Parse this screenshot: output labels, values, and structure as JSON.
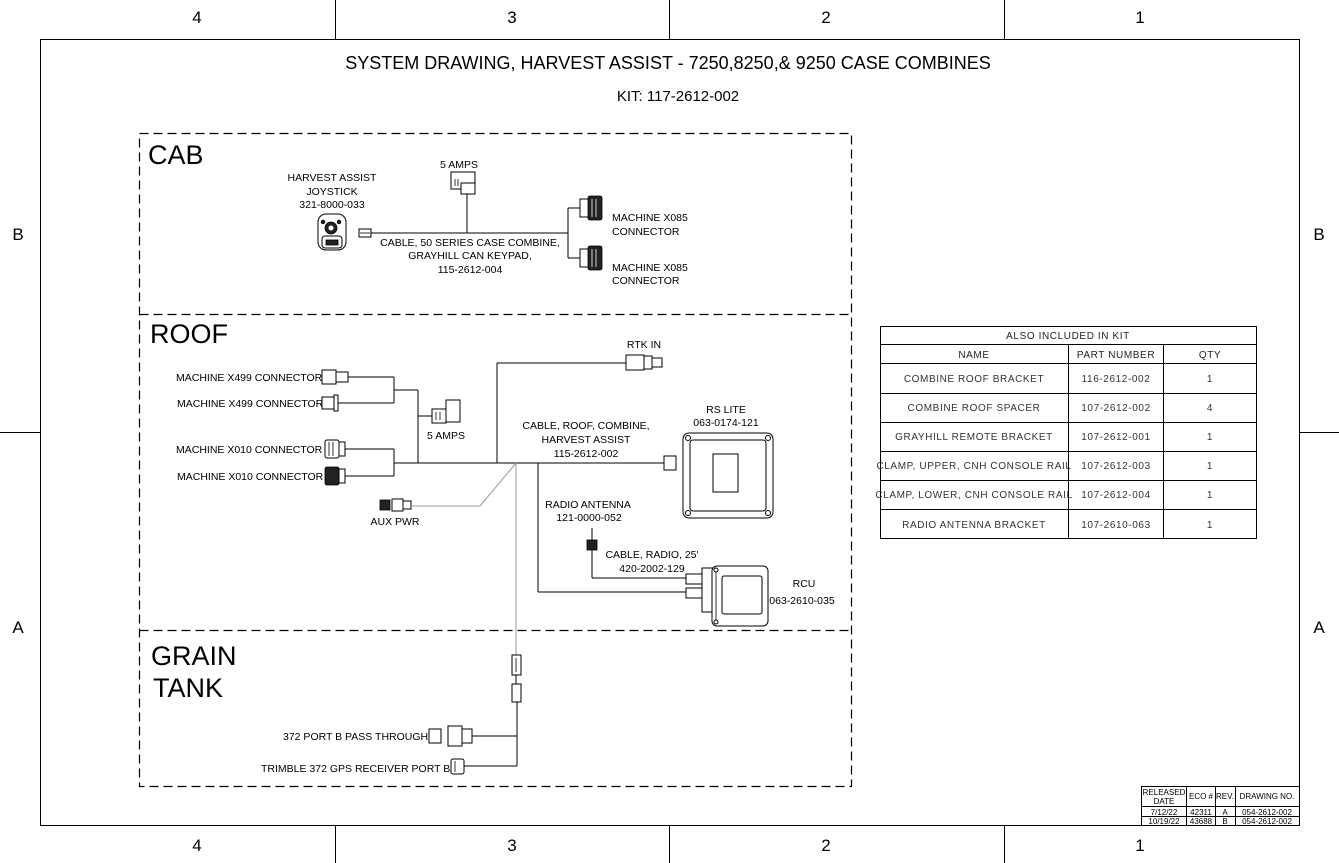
{
  "title": "SYSTEM DRAWING, HARVEST ASSIST - 7250,8250,& 9250 CASE COMBINES",
  "kit": "KIT: 117-2612-002",
  "zones": {
    "columns": [
      "4",
      "3",
      "2",
      "1"
    ],
    "rows": [
      "B",
      "A"
    ]
  },
  "sections": {
    "cab": "CAB",
    "roof": "ROOF",
    "grain_tank_line1": "GRAIN",
    "grain_tank_line2": "TANK"
  },
  "cab": {
    "joystick": [
      "HARVEST ASSIST",
      "JOYSTICK",
      "321-8000-033"
    ],
    "fuse": "5 AMPS",
    "cable": [
      "CABLE, 50 SERIES CASE COMBINE,",
      "GRAYHILL CAN KEYPAD,",
      "115-2612-004"
    ],
    "x085_a": [
      "MACHINE X085",
      "CONNECTOR"
    ],
    "x085_b": [
      "MACHINE X085",
      "CONNECTOR"
    ]
  },
  "roof": {
    "x499_a": "MACHINE X499 CONNECTOR",
    "x499_b": "MACHINE X499 CONNECTOR",
    "x010_a": "MACHINE X010 CONNECTOR",
    "x010_b": "MACHINE X010 CONNECTOR",
    "fuse": "5 AMPS",
    "aux_pwr": "AUX PWR",
    "rtk_in": "RTK IN",
    "cable": [
      "CABLE, ROOF, COMBINE,",
      "HARVEST ASSIST",
      "115-2612-002"
    ],
    "rs_lite": [
      "RS LITE",
      "063-0174-121"
    ],
    "antenna": [
      "RADIO ANTENNA",
      "121-0000-052"
    ],
    "radio_cable": [
      "CABLE, RADIO, 25'",
      "420-2002-129"
    ],
    "rcu": [
      "RCU",
      "063-2610-035"
    ]
  },
  "grain_tank": {
    "pass_through": "372 PORT B PASS THROUGH",
    "receiver": "TRIMBLE 372 GPS RECEIVER PORT B"
  },
  "kit_table": {
    "heading": "ALSO INCLUDED IN KIT",
    "columns": [
      "NAME",
      "PART NUMBER",
      "QTY"
    ],
    "rows": [
      [
        "COMBINE ROOF BRACKET",
        "116-2612-002",
        "1"
      ],
      [
        "COMBINE ROOF SPACER",
        "107-2612-002",
        "4"
      ],
      [
        "GRAYHILL REMOTE BRACKET",
        "107-2612-001",
        "1"
      ],
      [
        "CLAMP, UPPER, CNH CONSOLE RAIL",
        "107-2612-003",
        "1"
      ],
      [
        "CLAMP, LOWER, CNH CONSOLE RAIL",
        "107-2612-004",
        "1"
      ],
      [
        "RADIO ANTENNA BRACKET",
        "107-2610-063",
        "1"
      ]
    ]
  },
  "revision_block": {
    "headers": [
      "RELEASED",
      "DATE",
      "ECO #",
      "REV.",
      "DRAWING NO."
    ],
    "rows": [
      [
        "7/12/22",
        "42311",
        "A",
        "054-2612-002"
      ],
      [
        "10/19/22",
        "43688",
        "B",
        "054-2612-002"
      ]
    ]
  }
}
